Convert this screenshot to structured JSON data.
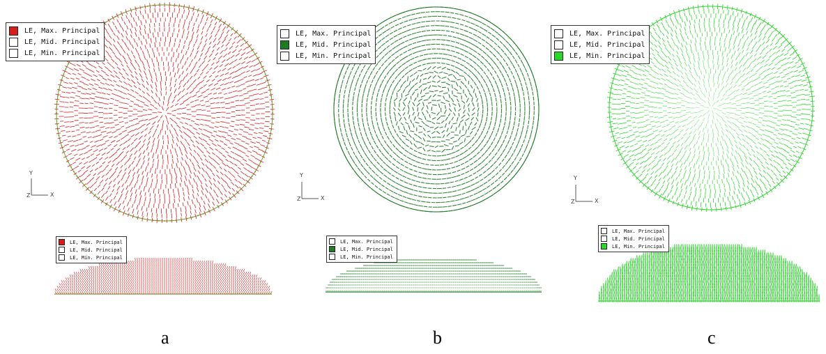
{
  "legend_labels": [
    "LE, Max. Principal",
    "LE, Mid. Principal",
    "LE, Min. Principal"
  ],
  "axis": {
    "y": "Y",
    "x": "X",
    "z": "Z"
  },
  "panels": [
    {
      "id": "a",
      "caption": "a",
      "color": "#d91c1c",
      "active_index": 0,
      "top_legend_labels": [
        "LE, Max. Principal",
        "LE, Mid. Principal",
        "LE, Min. Principal"
      ],
      "side_legend_labels": [
        "LE, Max. Principal",
        "LE, Mid. Principal",
        "LE, Min. Principal"
      ]
    },
    {
      "id": "b",
      "caption": "b",
      "color": "#1f7a24",
      "active_index": 1,
      "top_legend_labels": [
        "LE, Max. Principal",
        "LE, Mid. Principal",
        "LE, Min. Principal"
      ],
      "side_legend_labels": [
        "LE, Max. Principal",
        "LE, Mid. Principal",
        "LE, Min. Principal"
      ]
    },
    {
      "id": "c",
      "caption": "c",
      "color": "#2bd62b",
      "active_index": 2,
      "top_legend_labels": [
        "LE, Max. Principal",
        "LE, Mid. Principal",
        "LE, Min. Principal"
      ],
      "side_legend_labels": [
        "LE, Max. Principal",
        "LE, Mid. Principal",
        "LE, Min. Principal"
      ]
    }
  ]
}
